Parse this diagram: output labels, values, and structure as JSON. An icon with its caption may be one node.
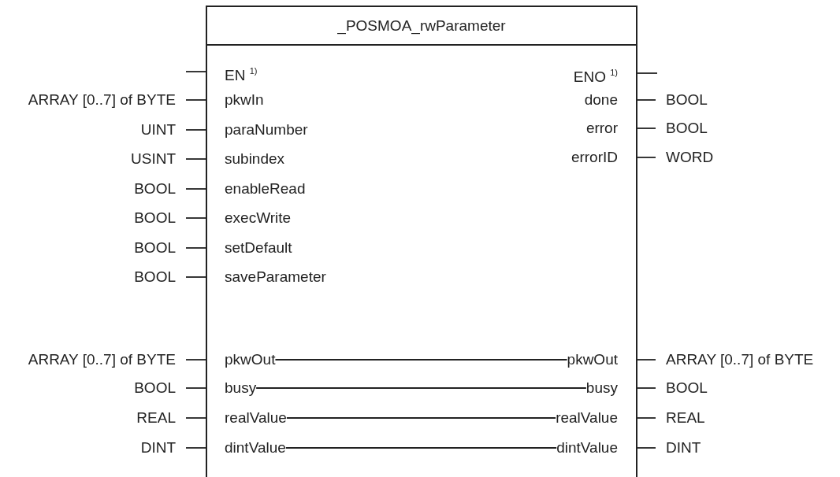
{
  "diagram": {
    "nodes": [
      {
        "text": [
          "_POSMOA_rwParameter"
        ]
      },
      {
        "text": [
          "EN $^{1)}$"
        ],
        "in": 0
      },
      {
        "text": [
          "pkwIn"
        ],
        "in": 0
      },
      {
        "text": [
          "paraNumber"
        ],
        "in": 0
      },
      {
        "text": [
          "subindex"
        ],
        "in": 0
      },
      {
        "text": [
          "enableRead"
        ],
        "in": 0
      },
      {
        "text": [
          "execWrite"
        ],
        "in": 0
      },
      {
        "text": [
          "setDefault"
        ],
        "in": 0
      },
      {
        "text": [
          "saveParameter"
        ],
        "in": 0
      },
      {
        "text": [
          "pkwOut"
        ],
        "in": 0
      },
      {
        "text": [
          "busy"
        ],
        "in": 0
      },
      {
        "text": [
          "realValue"
        ],
        "in": 0
      },
      {
        "text": [
          "dintValue"
        ],
        "in": 0
      },
      {
        "text": [
          "ENO $^{1)}$"
        ],
        "in": 0
      },
      {
        "text": [
          "done"
        ],
        "in": 0
      },
      {
        "text": [
          "error"
        ],
        "in": 0
      },
      {
        "text": [
          "errorID"
        ],
        "in": 0
      },
      {
        "text": [
          "pkwOut"
        ],
        "in": 0
      },
      {
        "text": [
          "busy"
        ],
        "in": 0
      },
      {
        "text": [
          "realValue"
        ],
        "in": 0
      },
      {
        "text": [
          "dintValue"
        ],
        "in": 0
      },
      {
        "text": [
          "ARRAY [0..7] of BYTE"
        ]
      },
      {
        "text": [
          "UINT"
        ]
      },
      {
        "text": [
          "USINT"
        ]
      },
      {
        "text": [
          "BOOL"
        ]
      },
      {
        "text": [
          "BOOL"
        ]
      },
      {
        "text": [
          "BOOL"
        ]
      },
      {
        "text": [
          "BOOL"
        ]
      },
      {
        "text": [
          "ARRAY [0..7] of BYTE"
        ]
      },
      {
        "text": [
          "BOOL"
        ]
      },
      {
        "text": [
          "REAL"
        ]
      },
      {
        "text": [
          "DINT"
        ]
      },
      {
        "text": [
          "BOOL"
        ]
      },
      {
        "text": [
          "BOOL"
        ]
      },
      {
        "text": [
          "WORD"
        ]
      },
      {
        "text": [
          "ARRAY [0..7] of BYTE"
        ]
      },
      {
        "text": [
          "BOOL"
        ]
      },
      {
        "text": [
          "REAL"
        ]
      },
      {
        "text": [
          "DINT"
        ]
      }
    ],
    "edges": [
      {
        "from": null,
        "to": 0,
        "arrow": "none"
      },
      {
        "from": 21,
        "to": 0,
        "arrow": "none"
      },
      {
        "from": 22,
        "to": 0,
        "arrow": "none"
      },
      {
        "from": 23,
        "to": 0,
        "arrow": "none"
      },
      {
        "from": 24,
        "to": 0,
        "arrow": "none"
      },
      {
        "from": 25,
        "to": 0,
        "arrow": "none"
      },
      {
        "from": 26,
        "to": 0,
        "arrow": "none"
      },
      {
        "from": 27,
        "to": 0,
        "arrow": "none"
      },
      {
        "from": 28,
        "to": 0,
        "arrow": "none"
      },
      {
        "from": 29,
        "to": 0,
        "arrow": "none"
      },
      {
        "from": 30,
        "to": 0,
        "arrow": "none"
      },
      {
        "from": 31,
        "to": 0,
        "arrow": "none"
      },
      {
        "from": 0,
        "to": null,
        "arrow": "none"
      },
      {
        "from": 0,
        "to": 32,
        "arrow": "none"
      },
      {
        "from": 0,
        "to": 33,
        "arrow": "none"
      },
      {
        "from": 0,
        "to": 34,
        "arrow": "none"
      },
      {
        "from": 0,
        "to": 35,
        "arrow": "none"
      },
      {
        "from": 0,
        "to": 36,
        "arrow": "none"
      },
      {
        "from": 0,
        "to": 37,
        "arrow": "none"
      },
      {
        "from": 0,
        "to": 38,
        "arrow": "none"
      },
      {
        "from": 9,
        "to": 17,
        "arrow": "none"
      },
      {
        "from": 10,
        "to": 18,
        "arrow": "none"
      },
      {
        "from": 11,
        "to": 19,
        "arrow": "none"
      },
      {
        "from": 12,
        "to": 20,
        "arrow": "none"
      }
    ]
  }
}
